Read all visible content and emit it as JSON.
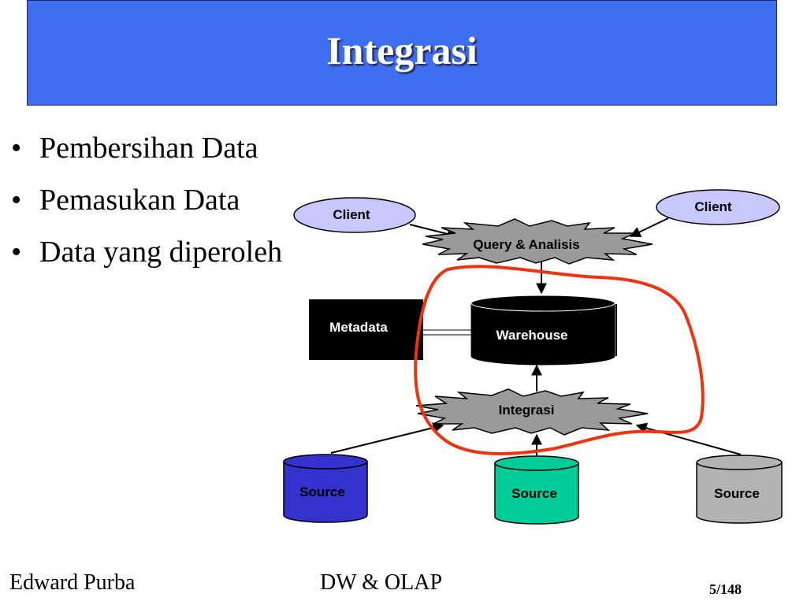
{
  "title": "Integrasi",
  "bullets": [
    "Pembersihan Data",
    "Pemasukan Data",
    "Data yang diperoleh"
  ],
  "diagram": {
    "client_left": "Client",
    "client_right": "Client",
    "query_label": "Query & Analisis",
    "metadata_label": "Metadata",
    "warehouse_label": "Warehouse",
    "integration_label": "Integrasi",
    "source_left": "Source",
    "source_center": "Source",
    "source_right": "Source",
    "colors": {
      "title_bar": "#3f6ef0",
      "client_fill": "#c8c8ff",
      "starburst_fill": "#9a9a9a",
      "source_left": "#3333cc",
      "source_center": "#00cc99",
      "source_right": "#b3b3b3",
      "highlight": "#ee3311"
    }
  },
  "footer": {
    "author": "Edward Purba",
    "course": "DW & OLAP",
    "page": "5/148"
  }
}
